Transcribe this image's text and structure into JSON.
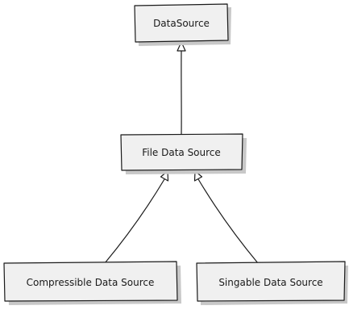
{
  "diagram": {
    "nodes": [
      {
        "id": "datasource",
        "label": "DataSource"
      },
      {
        "id": "file-datasource",
        "label": "File Data Source"
      },
      {
        "id": "compressible-datasource",
        "label": "Compressible Data Source"
      },
      {
        "id": "singable-datasource",
        "label": "Singable Data Source"
      }
    ],
    "edges": [
      {
        "from": "file-datasource",
        "to": "datasource",
        "type": "inheritance"
      },
      {
        "from": "compressible-datasource",
        "to": "file-datasource",
        "type": "inheritance"
      },
      {
        "from": "singable-datasource",
        "to": "file-datasource",
        "type": "inheritance"
      }
    ],
    "colors": {
      "box_fill": "#f0f0f0",
      "stroke": "#1a1a1a",
      "shadow": "#c8c8c8"
    }
  }
}
